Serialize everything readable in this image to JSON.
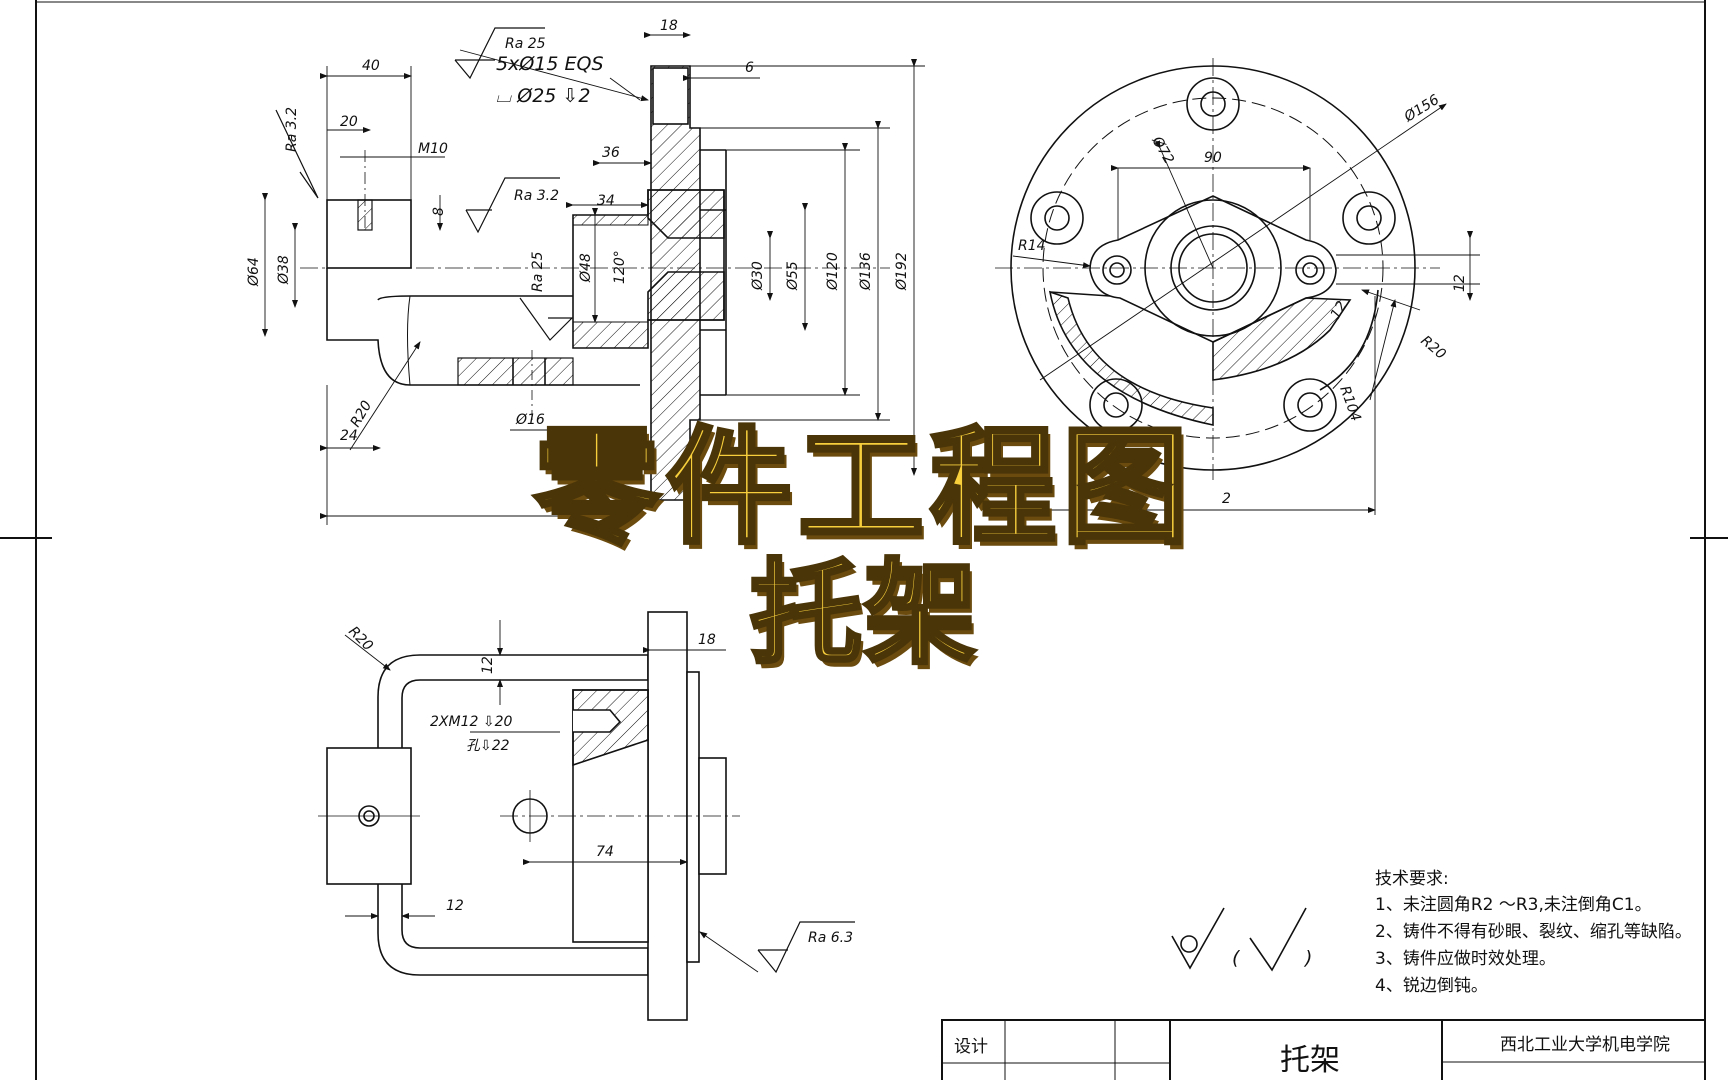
{
  "front_view": {
    "ra_25_top": "Ra 25",
    "holes_note": "5xØ15 EQS",
    "counterbore_note": "⌴ Ø25 ⇩2",
    "dim_18_top": "18",
    "dim_6": "6",
    "dim_40": "40",
    "dim_20": "20",
    "thread_m10": "M10",
    "ra_3_2_left": "Ra 3.2",
    "ra_3_2_mid": "Ra 3.2",
    "dim_8": "8",
    "dim_36": "36",
    "dim_34": "34",
    "dim_phi64": "Ø64",
    "dim_phi38": "Ø38",
    "ra_25_mid": "Ra 25",
    "dim_phi48": "Ø48",
    "dim_120deg": "120°",
    "dim_phi30": "Ø30",
    "dim_phi55": "Ø55",
    "dim_phi120": "Ø120",
    "dim_phi136": "Ø136",
    "dim_phi192": "Ø192",
    "dim_r20": "R20",
    "dim_24": "24",
    "dim_phi16": "Ø16"
  },
  "side_view": {
    "dim_phi156": "Ø156",
    "dim_phi72": "Ø72",
    "dim_90": "90",
    "dim_r14": "R14",
    "dim_12_right": "12",
    "dim_12_slot": "12",
    "dim_r20": "R20",
    "dim_r104": "R104",
    "dim_partial_2": "2"
  },
  "top_view": {
    "dim_r20": "R20",
    "dim_12_vert": "12",
    "dim_18": "18",
    "thread_note": "2XM12 ⇩20",
    "hole_note": "孔⇩22",
    "dim_74": "74",
    "dim_12_horiz": "12",
    "ra_6_3": "Ra 6.3"
  },
  "surface_symbol": {
    "paren_open": "(",
    "paren_close": ")"
  },
  "tech_requirements": {
    "title": "技术要求:",
    "items": [
      "1、未注圆角R2 ～R3,未注倒角C1。",
      "2、铸件不得有砂眼、裂纹、缩孔等缺陷。",
      "3、铸件应做时效处理。",
      "4、锐边倒钝。"
    ]
  },
  "title_block": {
    "design_label": "设计",
    "part_name": "托架",
    "school": "西北工业大学机电学院"
  },
  "overlay": {
    "line1": "零件工程图",
    "line2": "托架",
    "fill_color": "#f7cf3d",
    "outline_color": "#4a3508"
  },
  "colors": {
    "line": "#111111",
    "paper": "#ffffff"
  }
}
